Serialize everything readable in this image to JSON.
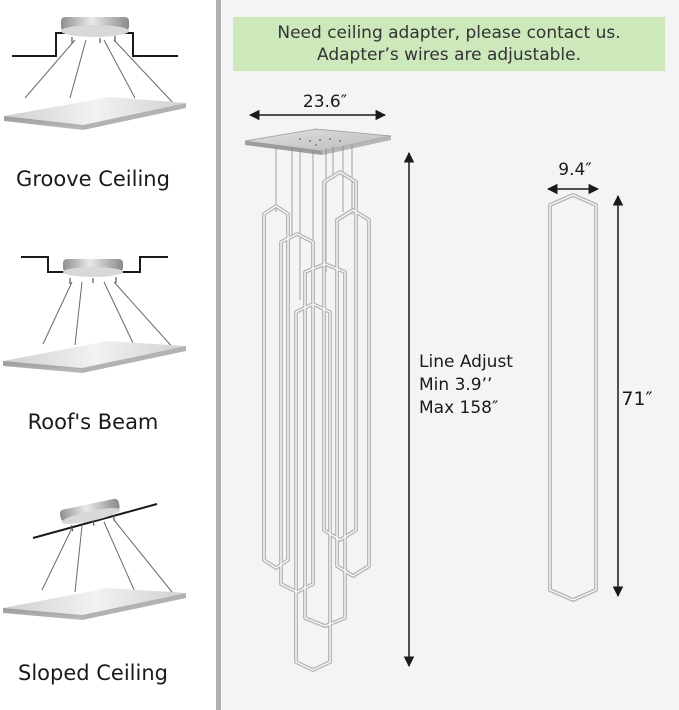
{
  "mount_types": [
    {
      "label": "Groove Ceiling"
    },
    {
      "label": "Roof's Beam"
    },
    {
      "label": "Sloped Ceiling"
    }
  ],
  "note": {
    "line1": "Need ceiling adapter, please contact us.",
    "line2": "Adapter’s wires are adjustable."
  },
  "dimensions": {
    "canopy_width": "23.6″",
    "panel_width": "9.4″",
    "panel_height": "71″",
    "line_adjust": {
      "title": "Line Adjust",
      "min": "Min 3.9’’",
      "max": "Max 158″"
    }
  },
  "colors": {
    "note_background": "#cde8bb",
    "left_panel_background": "#ffffff",
    "right_panel_background": "#f4f4f4",
    "divider": "#b0b0b0",
    "metal": "#a9a9a9",
    "outline": "#1a1a1a"
  }
}
